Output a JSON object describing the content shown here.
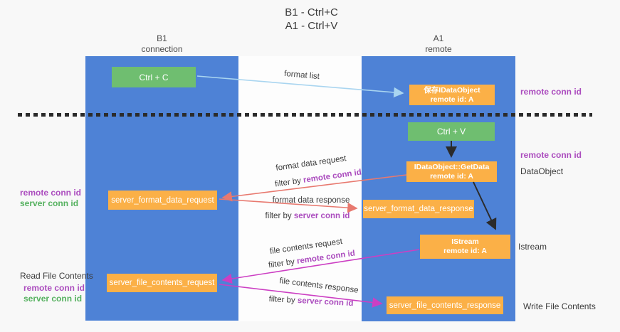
{
  "title": {
    "line1": "B1 - Ctrl+C",
    "line2": "A1 - Ctrl+V"
  },
  "lanes": {
    "left": {
      "name": "B1",
      "type": "connection"
    },
    "right": {
      "name": "A1",
      "type": "remote"
    }
  },
  "boxes": {
    "ctrl_c": "Ctrl + C",
    "ctrl_v": "Ctrl + V",
    "saved_dataobject": {
      "line1": "保存IDataObject",
      "line2": "remote id: A"
    },
    "getdata": {
      "line1": "IDataObject::GetData",
      "line2": "remote id: A"
    },
    "istream": {
      "line1": "IStream",
      "line2": "remote id: A"
    },
    "format_request": "server_format_data_request",
    "format_response": "server_format_data_response",
    "file_request": "server_file_contents_request",
    "file_response": "server_file_contents_response"
  },
  "right_labels": {
    "remote_conn_top": "remote conn id",
    "remote_conn_mid": "remote conn id",
    "dataobject": "DataObject",
    "istream": "Istream",
    "write_file": "Write File Contents"
  },
  "left_labels": {
    "remote_conn_1": "remote conn id",
    "server_conn_1": "server conn id",
    "read_file": "Read File Contents",
    "remote_conn_2": "remote conn id",
    "server_conn_2": "server conn id"
  },
  "arrow_labels": {
    "format_list": "format list",
    "format_request": "format data request",
    "format_response": "format data response",
    "file_request": "file contents request",
    "file_response": "file contents response",
    "filter_prefix": "filter by",
    "remote_conn": "remote conn id",
    "server_conn": "server conn id"
  },
  "colors": {
    "lane_blue": "#4e82d6",
    "box_green": "#6fbe70",
    "box_orange": "#fbb047",
    "arrow_light_blue": "#a9d5f0",
    "arrow_salmon": "#e8796f",
    "arrow_magenta": "#cc3fc3",
    "arrow_black": "#2b2b2b",
    "text_purple": "#ab4cbe",
    "text_green": "#55b15f"
  }
}
